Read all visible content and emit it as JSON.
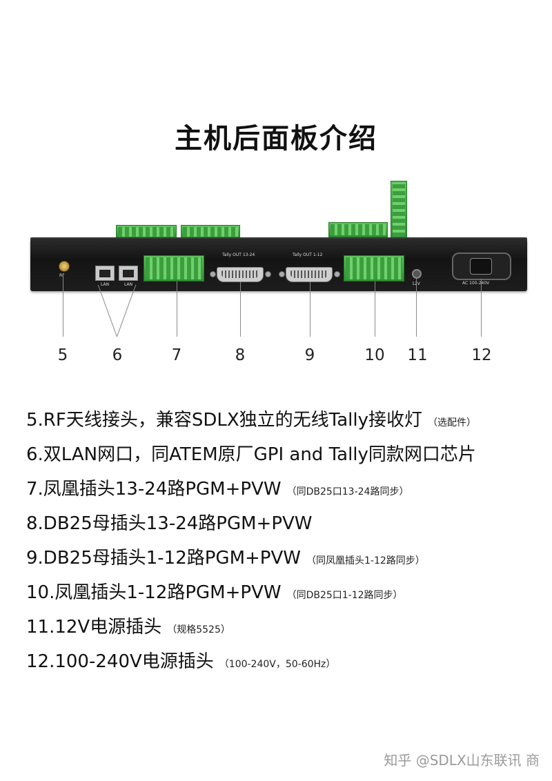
{
  "title": "主机后面板介绍",
  "panel": {
    "rf_label": "RF",
    "lan_label_1": "LAN",
    "lan_label_2": "LAN",
    "db25_label_1": "Tally OUT 13-24",
    "db25_label_2": "Tally OUT 1-12",
    "dc_label": "12V",
    "ac_label": "AC 100-240V"
  },
  "callouts": [
    "5",
    "6",
    "7",
    "8",
    "9",
    "10",
    "11",
    "12"
  ],
  "items": [
    {
      "main": "5.RF天线接头，兼容SDLX独立的无线Tally接收灯",
      "note": "（选配件）"
    },
    {
      "main": "6.双LAN网口，同ATEM原厂GPI and Tally同款网口芯片",
      "note": ""
    },
    {
      "main": "7.凤凰插头13-24路PGM+PVW",
      "note": "（同DB25口13-24路同步）"
    },
    {
      "main": "8.DB25母插头13-24路PGM+PVW",
      "note": ""
    },
    {
      "main": "9.DB25母插头1-12路PGM+PVW",
      "note": "（同凤凰插头1-12路同步）"
    },
    {
      "main": "10.凤凰插头1-12路PGM+PVW",
      "note": "（同DB25口1-12路同步）"
    },
    {
      "main": "11.12V电源插头",
      "note": "（规格5525）"
    },
    {
      "main": "12.100-240V电源插头",
      "note": "（100-240V，50-60Hz）"
    }
  ],
  "footer": "知乎 @SDLX山东联讯 商"
}
